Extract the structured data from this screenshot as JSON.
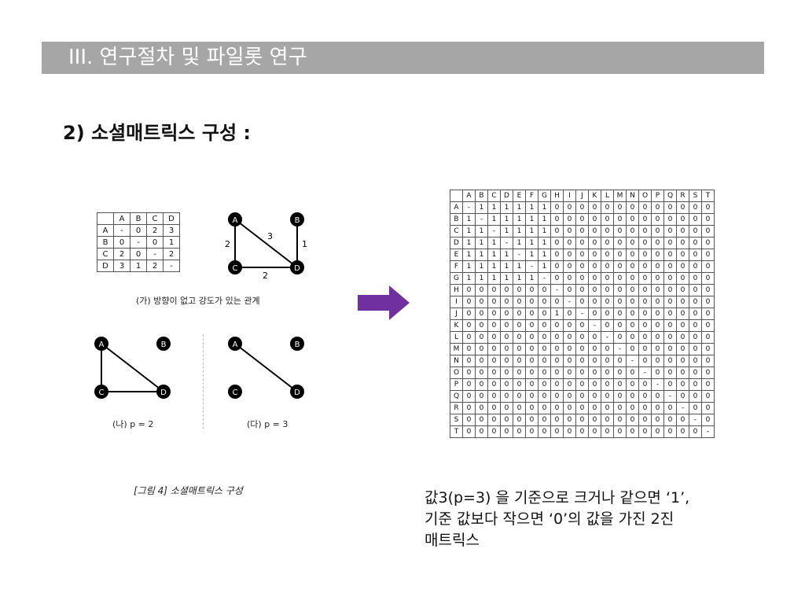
{
  "header": {
    "title": "III. 연구절차 및 파일롯 연구"
  },
  "section": {
    "title": "2) 소셜매트릭스 구성 :"
  },
  "small_matrix": {
    "headers": [
      "",
      "A",
      "B",
      "C",
      "D"
    ],
    "rows": [
      [
        "A",
        "-",
        "0",
        "2",
        "3"
      ],
      [
        "B",
        "0",
        "-",
        "0",
        "1"
      ],
      [
        "C",
        "2",
        "0",
        "-",
        "2"
      ],
      [
        "D",
        "3",
        "1",
        "2",
        "-"
      ]
    ]
  },
  "graphs": {
    "nodes": [
      "A",
      "B",
      "C",
      "D"
    ],
    "weights": {
      "ac": "2",
      "ad": "3",
      "bd": "1",
      "cd": "2"
    },
    "caption_ga": "(가) 방향이 없고 강도가 있는 관계",
    "caption_na": "(나) p = 2",
    "caption_da": "(다) p = 3"
  },
  "figure_caption": "[그림 4] 소셜매트릭스 구성",
  "big_matrix": {
    "headers": [
      "",
      "A",
      "B",
      "C",
      "D",
      "E",
      "F",
      "G",
      "H",
      "I",
      "J",
      "K",
      "L",
      "M",
      "N",
      "O",
      "P",
      "Q",
      "R",
      "S",
      "T"
    ],
    "rows": [
      [
        "A",
        "-",
        "1",
        "1",
        "1",
        "1",
        "1",
        "1",
        "0",
        "0",
        "0",
        "0",
        "0",
        "0",
        "0",
        "0",
        "0",
        "0",
        "0",
        "0",
        "0"
      ],
      [
        "B",
        "1",
        "-",
        "1",
        "1",
        "1",
        "1",
        "1",
        "0",
        "0",
        "0",
        "0",
        "0",
        "0",
        "0",
        "0",
        "0",
        "0",
        "0",
        "0",
        "0"
      ],
      [
        "C",
        "1",
        "1",
        "-",
        "1",
        "1",
        "1",
        "1",
        "0",
        "0",
        "0",
        "0",
        "0",
        "0",
        "0",
        "0",
        "0",
        "0",
        "0",
        "0",
        "0"
      ],
      [
        "D",
        "1",
        "1",
        "1",
        "-",
        "1",
        "1",
        "1",
        "0",
        "0",
        "0",
        "0",
        "0",
        "0",
        "0",
        "0",
        "0",
        "0",
        "0",
        "0",
        "0"
      ],
      [
        "E",
        "1",
        "1",
        "1",
        "1",
        "-",
        "1",
        "1",
        "0",
        "0",
        "0",
        "0",
        "0",
        "0",
        "0",
        "0",
        "0",
        "0",
        "0",
        "0",
        "0"
      ],
      [
        "F",
        "1",
        "1",
        "1",
        "1",
        "1",
        "-",
        "1",
        "0",
        "0",
        "0",
        "0",
        "0",
        "0",
        "0",
        "0",
        "0",
        "0",
        "0",
        "0",
        "0"
      ],
      [
        "G",
        "1",
        "1",
        "1",
        "1",
        "1",
        "1",
        "-",
        "0",
        "0",
        "0",
        "0",
        "0",
        "0",
        "0",
        "0",
        "0",
        "0",
        "0",
        "0",
        "0"
      ],
      [
        "H",
        "0",
        "0",
        "0",
        "0",
        "0",
        "0",
        "0",
        "-",
        "0",
        "0",
        "0",
        "0",
        "0",
        "0",
        "0",
        "0",
        "0",
        "0",
        "0",
        "0"
      ],
      [
        "I",
        "0",
        "0",
        "0",
        "0",
        "0",
        "0",
        "0",
        "0",
        "-",
        "0",
        "0",
        "0",
        "0",
        "0",
        "0",
        "0",
        "0",
        "0",
        "0",
        "0"
      ],
      [
        "J",
        "0",
        "0",
        "0",
        "0",
        "0",
        "0",
        "0",
        "1",
        "0",
        "-",
        "0",
        "0",
        "0",
        "0",
        "0",
        "0",
        "0",
        "0",
        "0",
        "0"
      ],
      [
        "K",
        "0",
        "0",
        "0",
        "0",
        "0",
        "0",
        "0",
        "0",
        "0",
        "0",
        "-",
        "0",
        "0",
        "0",
        "0",
        "0",
        "0",
        "0",
        "0",
        "0"
      ],
      [
        "L",
        "0",
        "0",
        "0",
        "0",
        "0",
        "0",
        "0",
        "0",
        "0",
        "0",
        "0",
        "-",
        "0",
        "0",
        "0",
        "0",
        "0",
        "0",
        "0",
        "0"
      ],
      [
        "M",
        "0",
        "0",
        "0",
        "0",
        "0",
        "0",
        "0",
        "0",
        "0",
        "0",
        "0",
        "0",
        "-",
        "0",
        "0",
        "0",
        "0",
        "0",
        "0",
        "0"
      ],
      [
        "N",
        "0",
        "0",
        "0",
        "0",
        "0",
        "0",
        "0",
        "0",
        "0",
        "0",
        "0",
        "0",
        "0",
        "-",
        "0",
        "0",
        "0",
        "0",
        "0",
        "0"
      ],
      [
        "O",
        "0",
        "0",
        "0",
        "0",
        "0",
        "0",
        "0",
        "0",
        "0",
        "0",
        "0",
        "0",
        "0",
        "0",
        "-",
        "0",
        "0",
        "0",
        "0",
        "0"
      ],
      [
        "P",
        "0",
        "0",
        "0",
        "0",
        "0",
        "0",
        "0",
        "0",
        "0",
        "0",
        "0",
        "0",
        "0",
        "0",
        "0",
        "-",
        "0",
        "0",
        "0",
        "0"
      ],
      [
        "Q",
        "0",
        "0",
        "0",
        "0",
        "0",
        "0",
        "0",
        "0",
        "0",
        "0",
        "0",
        "0",
        "0",
        "0",
        "0",
        "0",
        "-",
        "0",
        "0",
        "0"
      ],
      [
        "R",
        "0",
        "0",
        "0",
        "0",
        "0",
        "0",
        "0",
        "0",
        "0",
        "0",
        "0",
        "0",
        "0",
        "0",
        "0",
        "0",
        "0",
        "-",
        "0",
        "0"
      ],
      [
        "S",
        "0",
        "0",
        "0",
        "0",
        "0",
        "0",
        "0",
        "0",
        "0",
        "0",
        "0",
        "0",
        "0",
        "0",
        "0",
        "0",
        "0",
        "0",
        "-",
        "0"
      ],
      [
        "T",
        "0",
        "0",
        "0",
        "0",
        "0",
        "0",
        "0",
        "0",
        "0",
        "0",
        "0",
        "0",
        "0",
        "0",
        "0",
        "0",
        "0",
        "0",
        "0",
        "-"
      ]
    ]
  },
  "description": {
    "line1": "값3(p=3) 을 기준으로 크거나 같으면 ‘1’,",
    "line2": "기준 값보다 작으면 ‘0’의 값을 가진 2진",
    "line3": "매트릭스"
  },
  "colors": {
    "header_bg": "#a6a6a6",
    "arrow": "#7030a0",
    "node": "#000000"
  }
}
